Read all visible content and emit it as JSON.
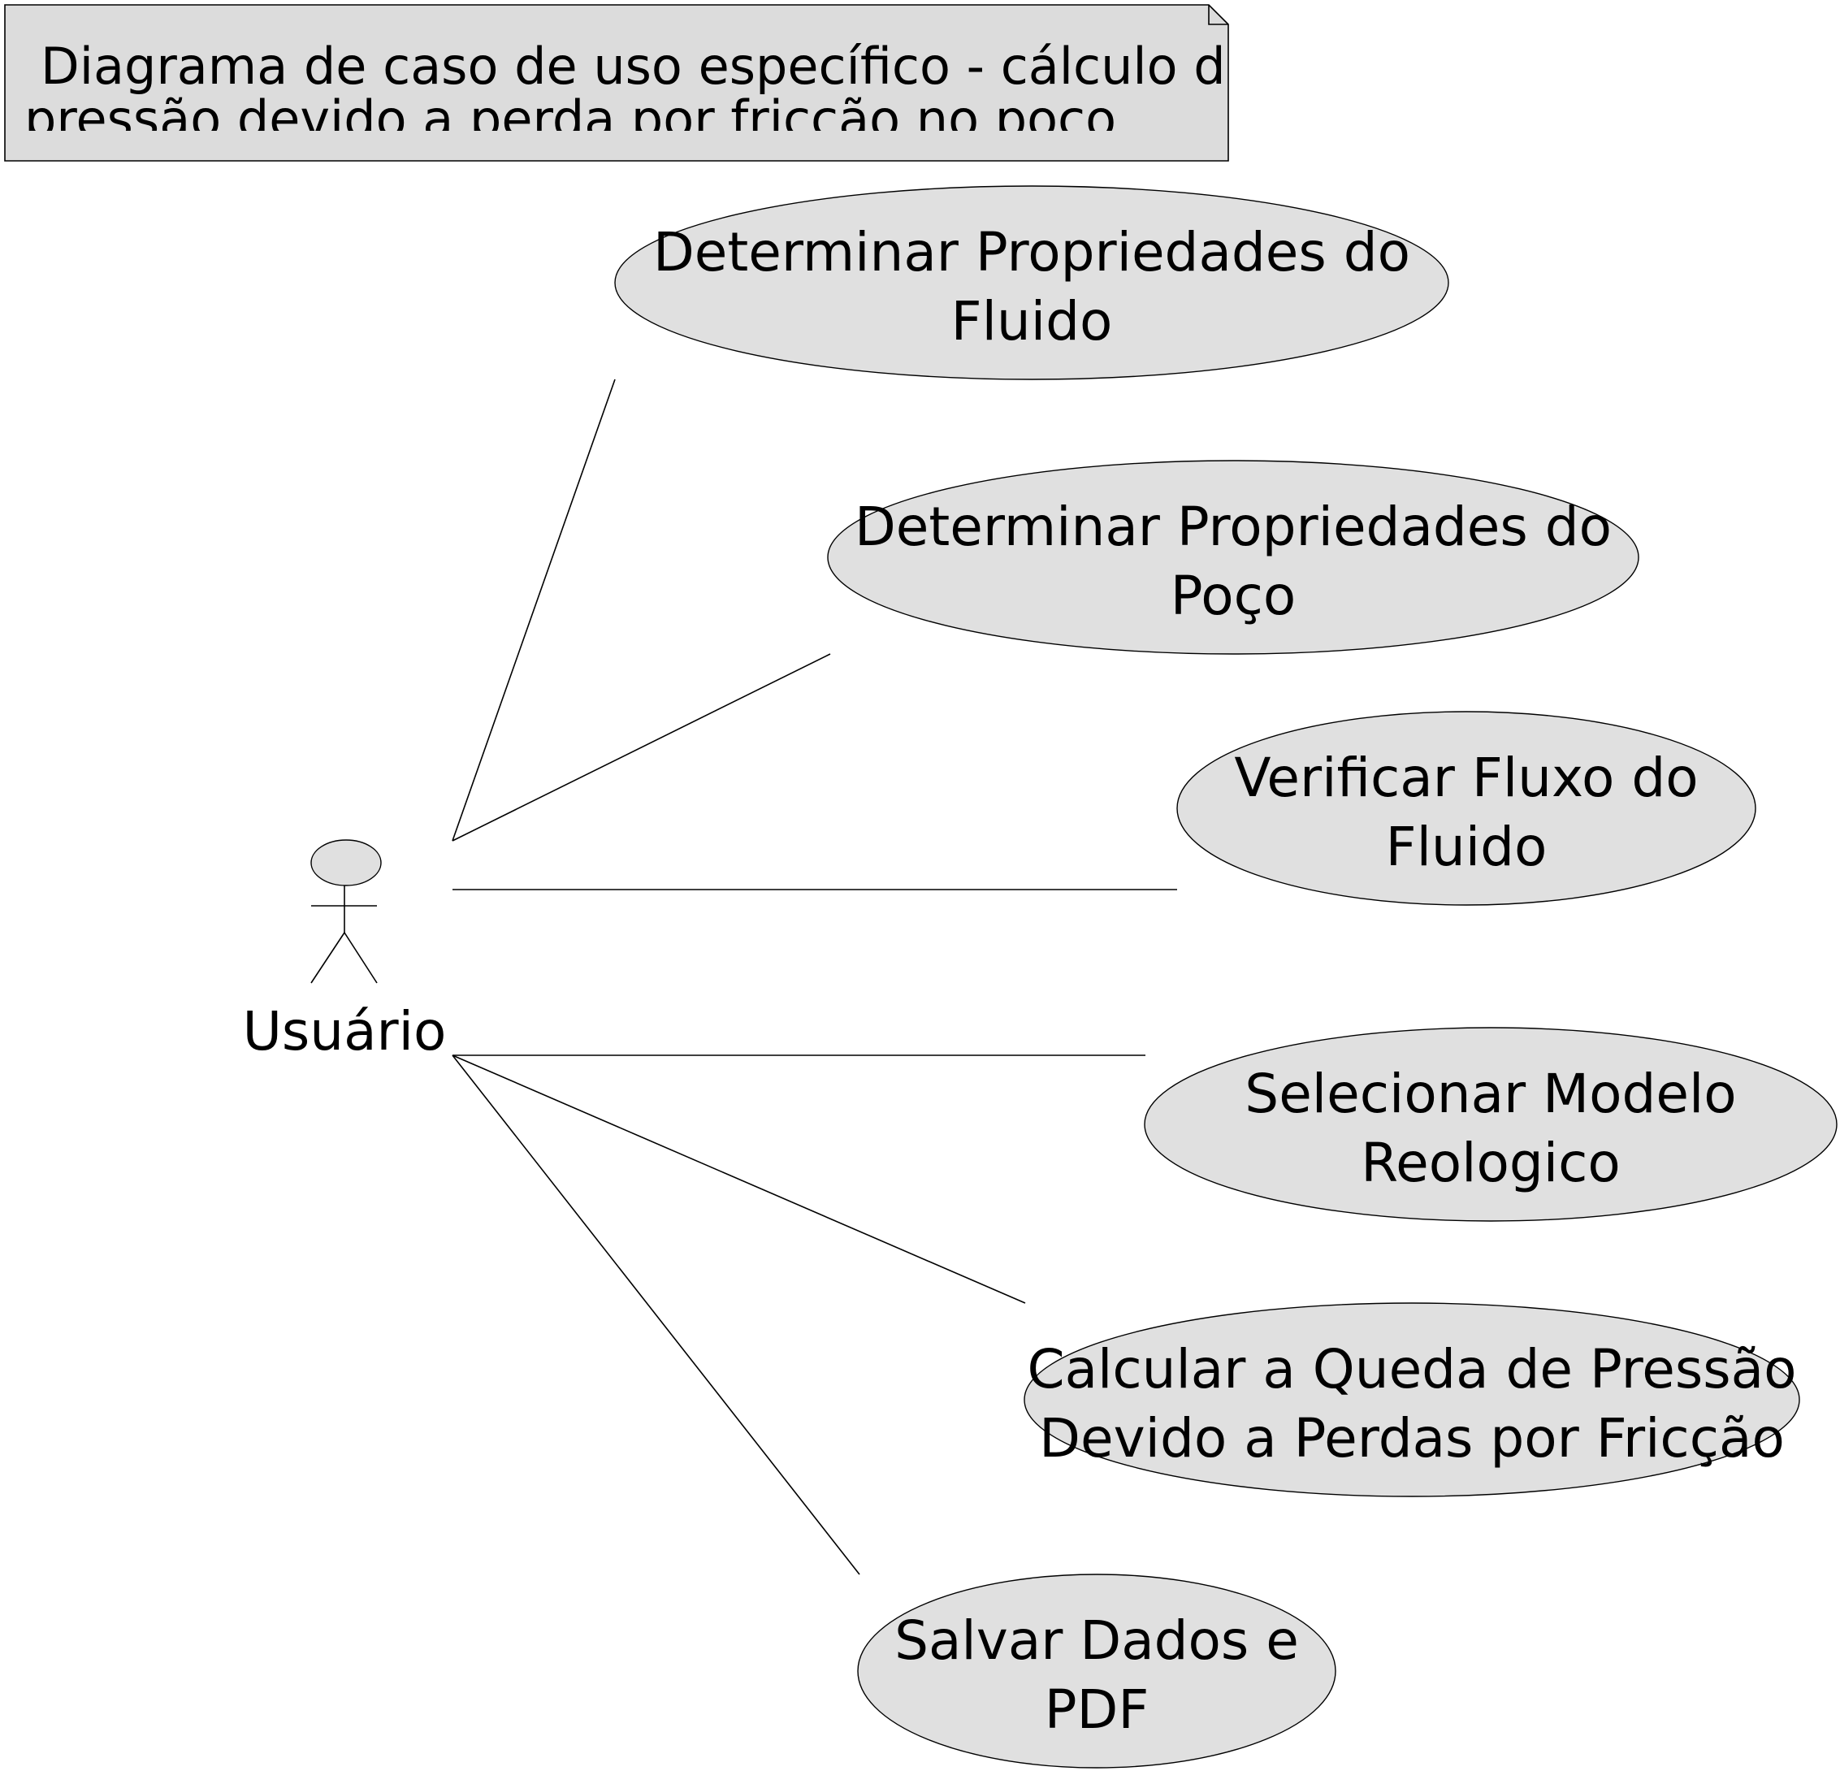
{
  "note": {
    "lines": [
      "Diagrama de caso de uso específico - cálculo da per",
      "pressão devido a perda por fricção no poço"
    ]
  },
  "actor": {
    "label": "Usuário"
  },
  "use_cases": [
    {
      "id": "uc-fluid-properties",
      "lines": [
        "Determinar Propriedades do",
        "Fluido"
      ]
    },
    {
      "id": "uc-well-properties",
      "lines": [
        "Determinar Propriedades do",
        "Poço"
      ]
    },
    {
      "id": "uc-verify-flow",
      "lines": [
        "Verificar Fluxo do",
        "Fluido"
      ]
    },
    {
      "id": "uc-rheological-model",
      "lines": [
        "Selecionar Modelo",
        "Reologico"
      ]
    },
    {
      "id": "uc-pressure-drop",
      "lines": [
        "Calcular a Queda de Pressão",
        "Devido a Perdas por Fricção"
      ]
    },
    {
      "id": "uc-save-data",
      "lines": [
        "Salvar Dados e",
        "PDF"
      ]
    }
  ],
  "colors": {
    "note_fill": "#dcdcdc",
    "use_case_fill": "#e0e0e0",
    "actor_head_fill": "#e0e0e0",
    "line": "#000000",
    "text": "#000000"
  }
}
